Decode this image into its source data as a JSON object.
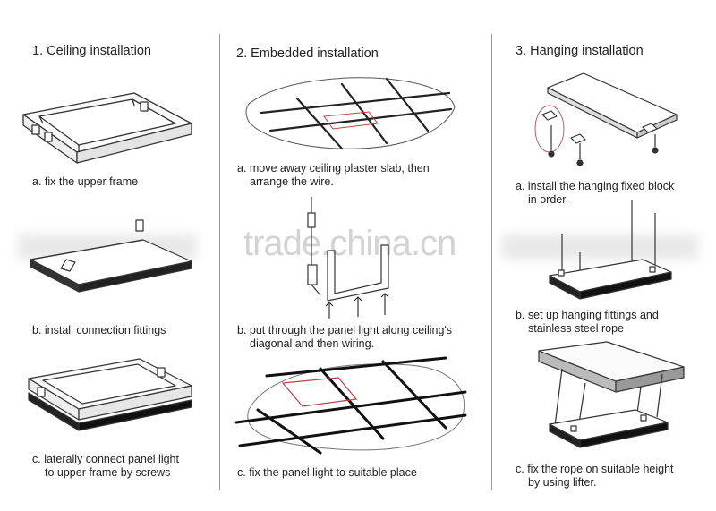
{
  "watermark": "trade.china.cn",
  "columns": [
    {
      "title": "1. Ceiling installation",
      "steps": [
        {
          "lines": [
            "a. fix the upper frame"
          ]
        },
        {
          "lines": [
            "b. install connection fittings"
          ]
        },
        {
          "lines": [
            "c. laterally connect panel light",
            "to upper frame by screws"
          ]
        }
      ]
    },
    {
      "title": "2. Embedded installation",
      "steps": [
        {
          "lines": [
            "a. move away ceiling plaster slab, then",
            "arrange the wire."
          ]
        },
        {
          "lines": [
            "b. put through the panel light along ceiling's",
            "diagonal and then wiring."
          ]
        },
        {
          "lines": [
            "c. fix the panel light to suitable place"
          ]
        }
      ]
    },
    {
      "title": "3. Hanging installation",
      "steps": [
        {
          "lines": [
            "a. install the hanging fixed block",
            "in order."
          ]
        },
        {
          "lines": [
            "b. set up hanging fittings and",
            "stainless steel rope"
          ]
        },
        {
          "lines": [
            "c. fix the rope on suitable height",
            "by using lifter."
          ]
        }
      ]
    }
  ]
}
